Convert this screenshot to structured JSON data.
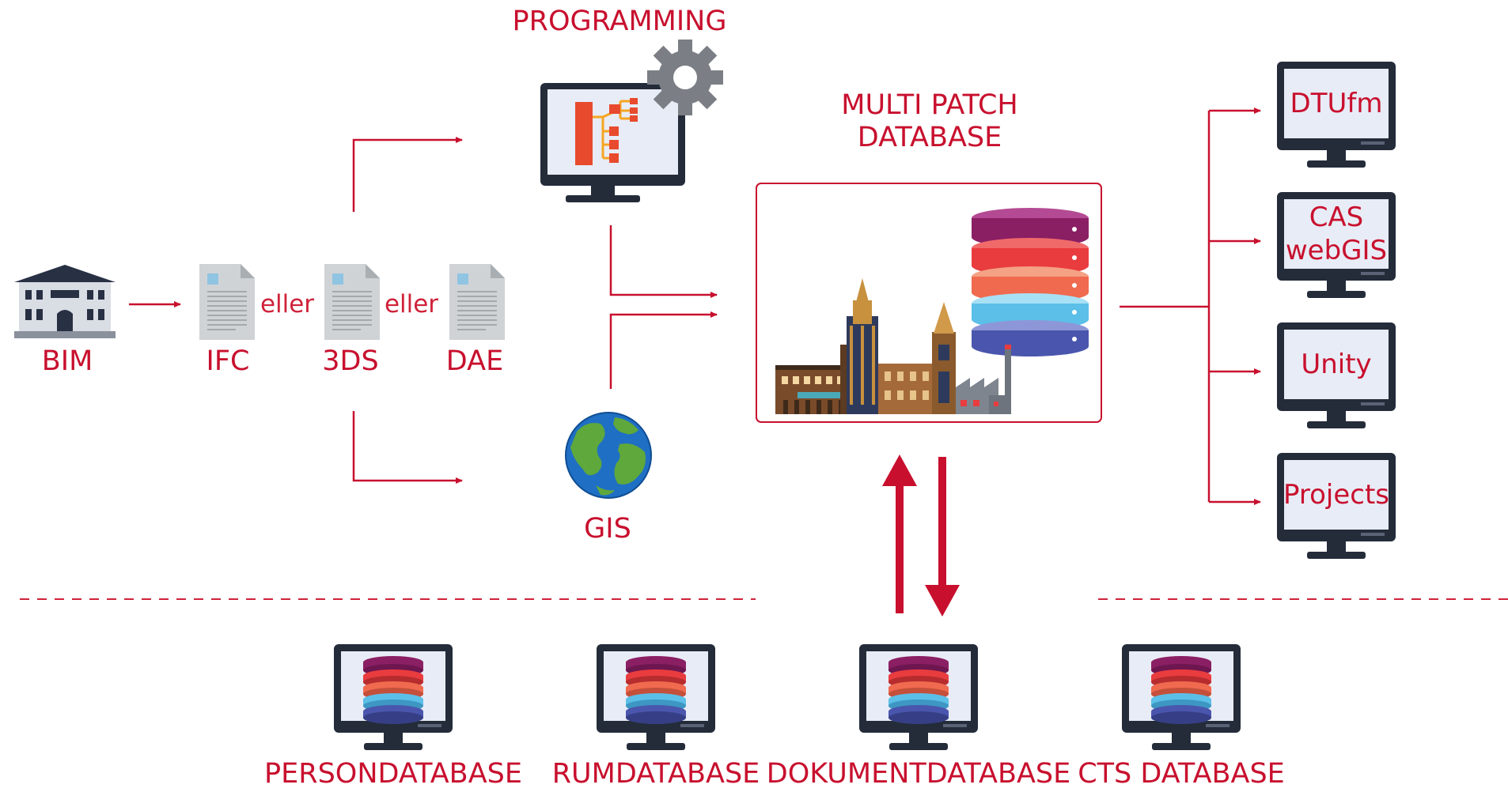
{
  "colors": {
    "accent": "#c8102e",
    "monitor_frame": "#242c3a",
    "screen": "#e8ecf6",
    "doc_fill": "#cfd3d6",
    "doc_accent": "#8fc4e2",
    "db_purple": "#8b1f64",
    "db_red": "#e93c3e",
    "db_orange": "#f06a4f",
    "db_lightblue": "#5bbfe8",
    "db_blue": "#4a56ad",
    "globe_ocean": "#1f6fc4",
    "globe_land": "#5fa83b",
    "gear": "#7b7f85"
  },
  "diagram": {
    "programming": {
      "label": "PROGRAMMING"
    },
    "multipatch": {
      "label_line1": "MULTI PATCH",
      "label_line2": "DATABASE"
    },
    "inputs": {
      "bim": "BIM",
      "ifc": "IFC",
      "tds": "3DS",
      "dae": "DAE",
      "eller1": "eller",
      "eller2": "eller"
    },
    "gis": {
      "label": "GIS"
    },
    "outputs": [
      {
        "line1": "DTUfm",
        "line2": ""
      },
      {
        "line1": "CAS",
        "line2": "webGIS"
      },
      {
        "line1": "Unity",
        "line2": ""
      },
      {
        "line1": "Projects",
        "line2": ""
      }
    ],
    "databases": [
      {
        "label": "PERSONDATABASE"
      },
      {
        "label": "RUMDATABASE"
      },
      {
        "label": "DOKUMENTDATABASE"
      },
      {
        "label": "CTS DATABASE"
      }
    ]
  }
}
